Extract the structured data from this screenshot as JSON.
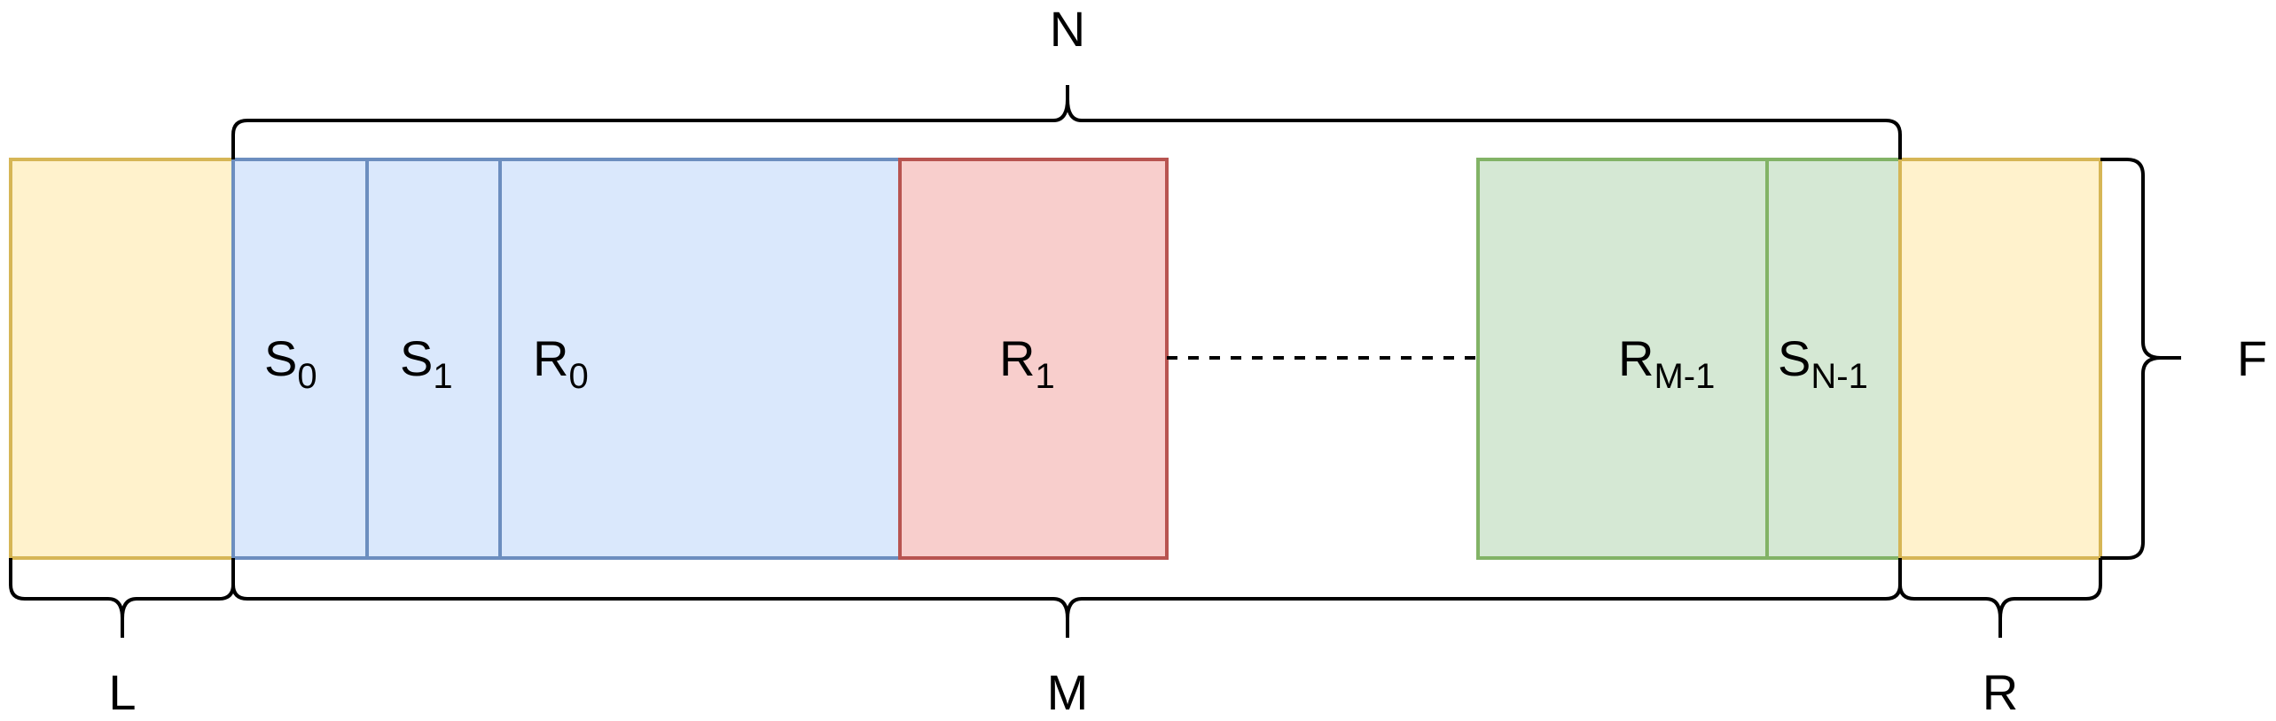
{
  "colors": {
    "yellow_fill": "#fff2cc",
    "yellow_stroke": "#d6b656",
    "blue_fill": "#dae8fc",
    "blue_stroke": "#6c8ebf",
    "red_fill": "#f8cecc",
    "red_stroke": "#b85450",
    "green_fill": "#d5e8d4",
    "green_stroke": "#82b366",
    "line": "#000000"
  },
  "blocks": {
    "s0": {
      "base": "S",
      "sub": "0"
    },
    "s1": {
      "base": "S",
      "sub": "1"
    },
    "r0": {
      "base": "R",
      "sub": "0"
    },
    "r1": {
      "base": "R",
      "sub": "1"
    },
    "rm1": {
      "base": "R",
      "sub": "M-1"
    },
    "sn1": {
      "base": "S",
      "sub": "N-1"
    }
  },
  "braces": {
    "n": "N",
    "l": "L",
    "m": "M",
    "r": "R",
    "f": "F"
  }
}
